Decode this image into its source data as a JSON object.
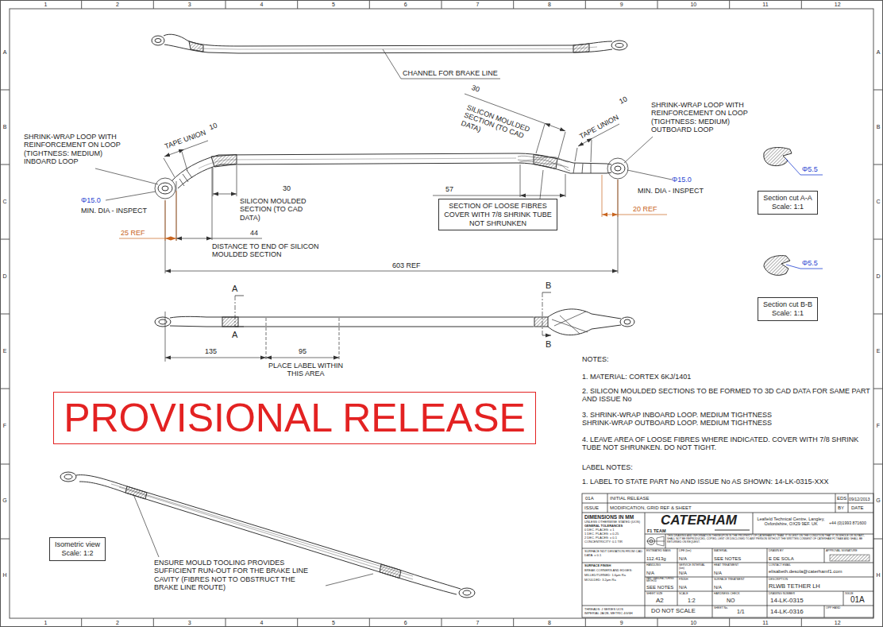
{
  "diagram": {
    "nodes": [
      {
        "text": [
          "Section cut A-A",
          "Scale: 1:1"
        ]
      },
      {
        "text": [
          "SECTION OF LOOSE FIBRES COVER WITH 7/8 SHRINK TUBE NOT SHRUNKEN"
        ]
      },
      {
        "text": [
          "Section cut B-B",
          "Scale: 1:1"
        ]
      },
      {
        "text": [
          "PROVISIONAL RELEASE"
        ]
      },
      {
        "text": [
          "Isometric view",
          "Scale: 1:2"
        ]
      }
    ],
    "labels": [
      "1",
      "2",
      "3",
      "4",
      "5",
      "6",
      "7",
      "8",
      "9",
      "10",
      "11",
      "12",
      "1",
      "2",
      "3",
      "4",
      "5",
      "6",
      "7",
      "8",
      "9",
      "10",
      "11",
      "12",
      "A",
      "B",
      "C",
      "D",
      "E",
      "F",
      "G",
      "H",
      "A",
      "B",
      "C",
      "D",
      "E",
      "F",
      "G",
      "H",
      "CHANNEL FOR BRAKE LINE",
      "SHRINK-WRAP LOOP WITH REINFORCEMENT ON LOOP (TIGHTNESS: MEDIUM) INBOARD LOOP",
      "10",
      "TAPE UNION",
      "Φ15.0",
      "MIN. DIA - INSPECT",
      "30",
      "SILICON MOULDED SECTION (TO CAD DATA)",
      "25 REF",
      "44",
      "DISTANCE TO END OF SILICON MOULDED SECTION",
      "603 REF",
      "30",
      "SILICON MOULDED SECTION (TO CAD DATA)",
      "10",
      "TAPE UNION",
      "SHRINK-WRAP LOOP WITH REINFORCEMENT ON LOOP (TIGHTNESS: MEDIUM) OUTBOARD LOOP",
      "57",
      "Φ15.0",
      "MIN. DIA - INSPECT",
      "20 REF",
      "A",
      "A",
      "B",
      "B",
      "135",
      "95",
      "PLACE LABEL WITHIN THIS AREA",
      "Φ5.5",
      "Φ5.5",
      "NOTES:",
      "1. MATERIAL: CORTEX 6KJ/1401",
      "2. SILICON MOULDED SECTIONS TO BE FORMED TO 3D CAD DATA FOR SAME PART AND ISSUE No",
      "3. SHRINK-WRAP INBOARD LOOP. MEDIUM TIGHTNESS SHRINK-WRAP OUTBOARD LOOP. MEDIUM TIGHTNESS",
      "4. LEAVE AREA OF LOOSE FIBRES WHERE INDICATED. COVER WITH 7/8 SHRINK TUBE NOT SHRUNKEN. DO NOT TIGHT.",
      "LABEL NOTES:",
      "1. LABEL TO STATE PART No AND ISSUE No AS SHOWN: 14-LK-0315-XXX",
      "ENSURE MOULD TOOLING PROVIDES SUFFICIENT RUN-OUT FOR THE BRAKE LINE CAVITY (FIBRES NOT TO OBSTRUCT THE BRAKE LINE ROUTE)",
      "01A",
      "INITIAL RELEASE",
      "EDS",
      "09/12/2013",
      "ISSUE",
      "MODIFICATION, GRID REF & SHEET",
      "BY",
      "DATE",
      "DIMENSIONS IN MM",
      "UNLESS OTHERWISE STATED (UOS)",
      "GENERAL TOLERANCES",
      "0 DEC. PLACES: ± 1",
      "1 DEC. PLACES: ± 0.25",
      "2 DEC. PLACES: ± 0.1",
      "CONCENTRICITY: 0.1 TIR",
      "SURFACE NDT DEVIATION FROM CAD DATA: ± 0.1",
      "SURFACE FINISH",
      "BREAK CORNERS AND EDGES:",
      "MILLED/TURNED: 1.6μm Ra",
      "MOULDED: 3.2μm Ra",
      "THREADS: J SERIES UOS",
      "IMPERIAL 2A/2B, METRIC 4G/6H",
      "CATERHAM",
      "F1 TEAM",
      "Leafield Technical Centre, Langley, Oxfordshire, OX29 9EF. UK",
      "+44 (0)1993 871600",
      "THIS DRAWING AND INFORMATION THEREUPON IS THE PROPERTY OF CATERHAM F1 TEAM. IT IS LENT ON THE CONDITION THAT IT, IN WHOLE OR IN PART, SHALL NOT BE REPRODUCED, COPIED, LENT OR DISCLOSED TO ANY PERSON WITHOUT THE WRITTEN CONSENT OF CATERHAM F1 TEAM AND SHALL BE RETURNED ON REQUEST.",
      "ESTIMATED MASS",
      "112.413g",
      "LIFE (km)",
      "N/A",
      "MATERIAL",
      "SEE NOTES",
      "DRAWN BY",
      "E DE SOLA",
      "APPROVAL SIGNATURE",
      "HANDLING",
      "N/A",
      "SERVICE INTERVAL (km)",
      "N/A",
      "HEAT TREATMENT",
      "N/A",
      "CONTACT EMAIL",
      "elisabeth.desola@caterhamf1.com",
      "PART MANUFACTURING METHOD",
      "SEE NOTES",
      "FINISH",
      "N/A",
      "SURFACE TREATMENT",
      "N/A",
      "DESCRIPTION",
      "RLWB TETHER LH",
      "SHEET SIZE",
      "A2",
      "SCALE",
      "1:2",
      "HARDNESS CHECK",
      "NO",
      "DRAWING NUMBER",
      "14-LK-0315",
      "ISSUE",
      "01A",
      "DO NOT SCALE",
      "SHEET No.",
      "1/1",
      "14-LK-0316",
      "OPP HAND"
    ]
  }
}
